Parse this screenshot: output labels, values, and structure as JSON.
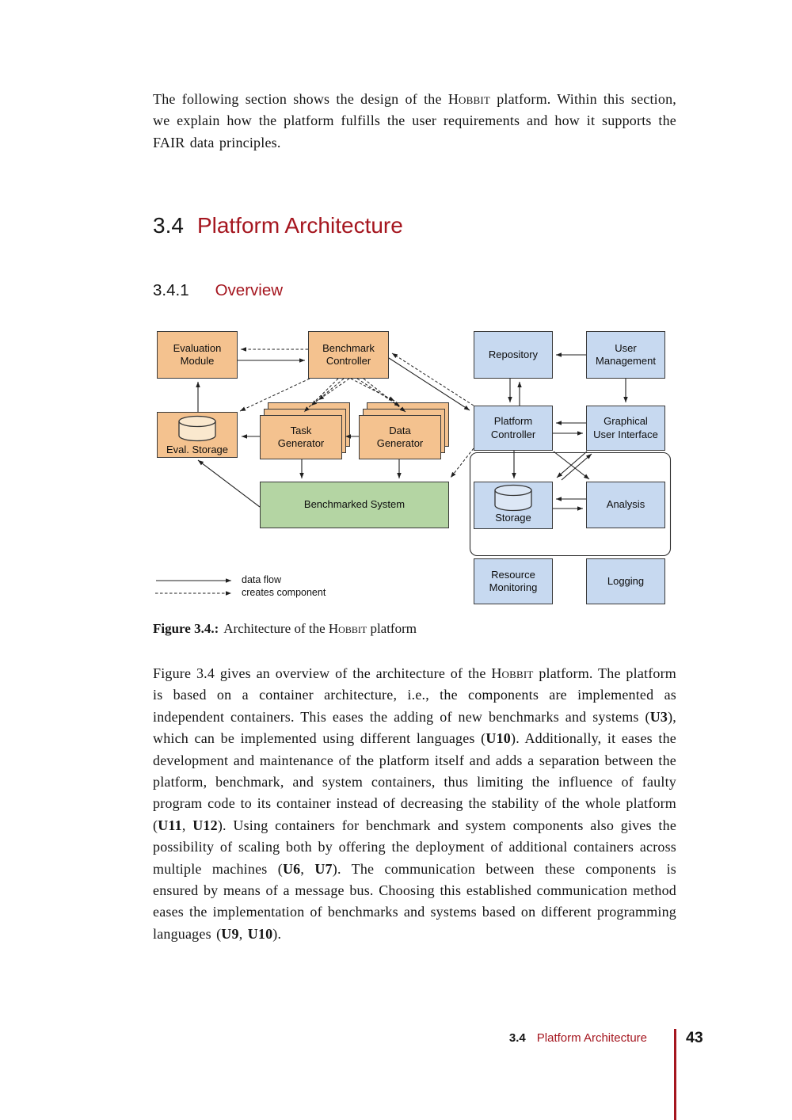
{
  "colors": {
    "accent_red": "#A5161F",
    "box_orange": "#F4C28F",
    "box_blue": "#C7D9F0",
    "box_green": "#B4D5A3",
    "cylinder_orange": "#FAE8CE",
    "cylinder_blue": "#DCE7F5"
  },
  "intro": [
    {
      "t": "The following section shows the design of the "
    },
    {
      "t": "Hobbit",
      "s": "sc"
    },
    {
      "t": " platform. Within this section, we explain how the platform fulfills the user requirements and how it supports the FAIR data principles."
    }
  ],
  "section": {
    "number": "3.4",
    "title": "Platform Architecture"
  },
  "subsection": {
    "number": "3.4.1",
    "title": "Overview"
  },
  "figure": {
    "nodes": {
      "evaluation_module": "Evaluation Module",
      "benchmark_controller": "Benchmark Controller",
      "repository": "Repository",
      "user_management": "User Management",
      "eval_storage": "Eval. Storage",
      "task_generator": "Task Generator",
      "data_generator": "Data Generator",
      "platform_controller": "Platform Controller",
      "graphical_user_interface": "Graphical\nUser Interface",
      "benchmarked_system": "Benchmarked System",
      "storage": "Storage",
      "analysis": "Analysis",
      "resource_monitoring": "Resource Monitoring",
      "logging": "Logging"
    },
    "legend": {
      "data_flow": "data flow",
      "creates_component": "creates component"
    },
    "caption_label": "Figure 3.4.:",
    "caption": [
      {
        "t": "Architecture of the "
      },
      {
        "t": "Hobbit",
        "s": "sc"
      },
      {
        "t": " platform"
      }
    ]
  },
  "body": [
    {
      "t": "Figure 3.4 gives an overview of the architecture of the "
    },
    {
      "t": "Hobbit",
      "s": "sc"
    },
    {
      "t": " platform.  The platform is based on a container architecture, i.e., the components are implemented as independent containers. This eases the adding of new benchmarks and systems ("
    },
    {
      "t": "U3",
      "s": "b"
    },
    {
      "t": "), which can be implemented using different languages ("
    },
    {
      "t": "U10",
      "s": "b"
    },
    {
      "t": "). Additionally, it eases the development and maintenance of the platform itself and adds a separation between the platform, benchmark, and system containers, thus limiting the influence of faulty program code to its container instead of decreasing the stability of the whole platform ("
    },
    {
      "t": "U11",
      "s": "b"
    },
    {
      "t": ", "
    },
    {
      "t": "U12",
      "s": "b"
    },
    {
      "t": "). Using containers for benchmark and system components also gives the possibility of scaling both by offering the deployment of additional containers across multiple machines ("
    },
    {
      "t": "U6",
      "s": "b"
    },
    {
      "t": ", "
    },
    {
      "t": "U7",
      "s": "b"
    },
    {
      "t": ").  The communication between these components is ensured by means of a message bus.  Choosing this established communication method eases the implementation of benchmarks and systems based on different programming languages ("
    },
    {
      "t": "U9",
      "s": "b"
    },
    {
      "t": ", "
    },
    {
      "t": "U10",
      "s": "b"
    },
    {
      "t": ")."
    }
  ],
  "footer": {
    "section_number": "3.4",
    "section_title": "Platform Architecture",
    "page_number": "43"
  }
}
